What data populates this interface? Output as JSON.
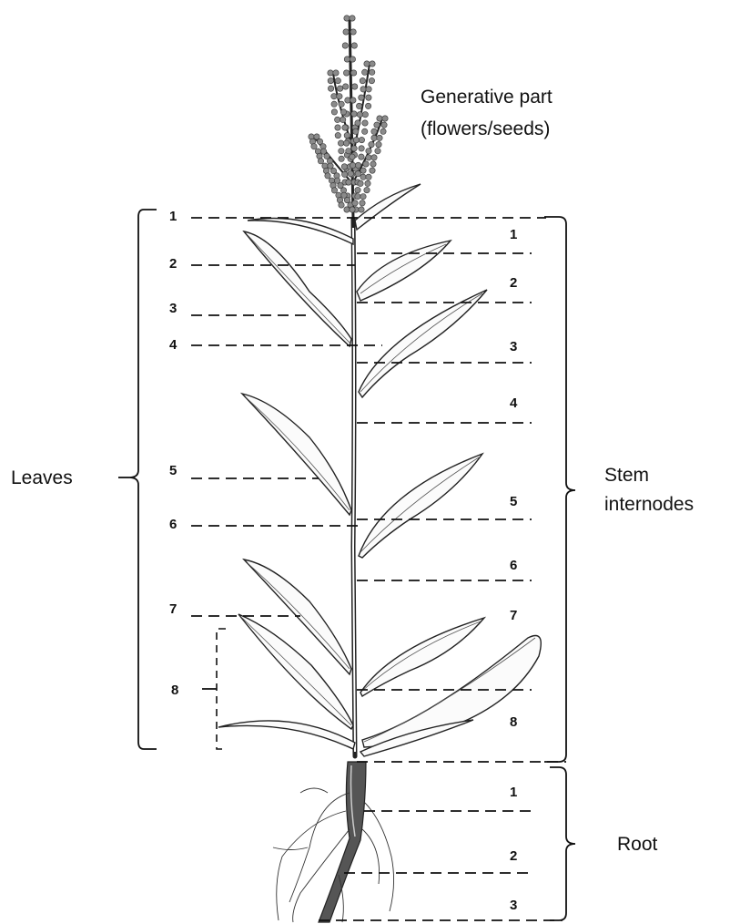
{
  "labels": {
    "generative_line1": "Generative part",
    "generative_line2": "(flowers/seeds)",
    "leaves": "Leaves",
    "stem_line1": "Stem",
    "stem_line2": "internodes",
    "root": "Root"
  },
  "leaf_numbers": [
    "1",
    "2",
    "3",
    "4",
    "5",
    "6",
    "7",
    "8"
  ],
  "stem_numbers": [
    "1",
    "2",
    "3",
    "4",
    "5",
    "6",
    "7",
    "8"
  ],
  "root_numbers": [
    "1",
    "2",
    "3"
  ]
}
